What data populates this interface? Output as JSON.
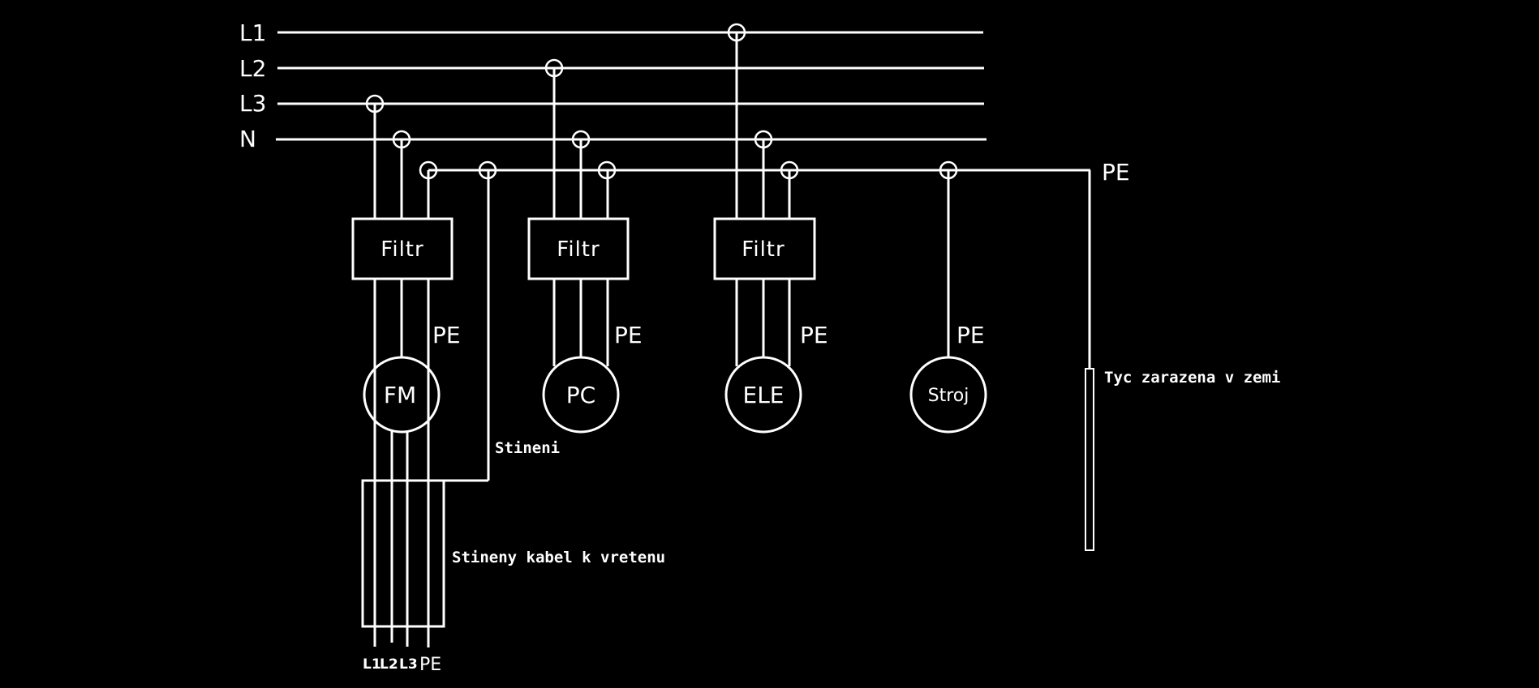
{
  "diagram": {
    "background": "#000000",
    "foreground": "#ffffff",
    "bus": {
      "labels": [
        "L1",
        "L2",
        "L3",
        "N"
      ],
      "pe_label": "PE"
    },
    "devices": [
      {
        "filter_label": "Filtr",
        "pe_label": "PE",
        "device_label": "FM",
        "taps": [
          "L3",
          "N",
          "PE"
        ]
      },
      {
        "filter_label": "Filtr",
        "pe_label": "PE",
        "device_label": "PC",
        "taps": [
          "L2",
          "N",
          "PE"
        ]
      },
      {
        "filter_label": "Filtr",
        "pe_label": "PE",
        "device_label": "ELE",
        "taps": [
          "L1",
          "N",
          "PE"
        ]
      },
      {
        "pe_label": "PE",
        "device_label": "Stroj",
        "taps": [
          "PE"
        ]
      }
    ],
    "shield_label": "Stineni",
    "cable_label": "Stineny kabel k vretenu",
    "cable_pins": [
      "L1",
      "L2",
      "L3",
      "PE"
    ],
    "ground_rod_label": "Tyc zarazena v zemi"
  }
}
